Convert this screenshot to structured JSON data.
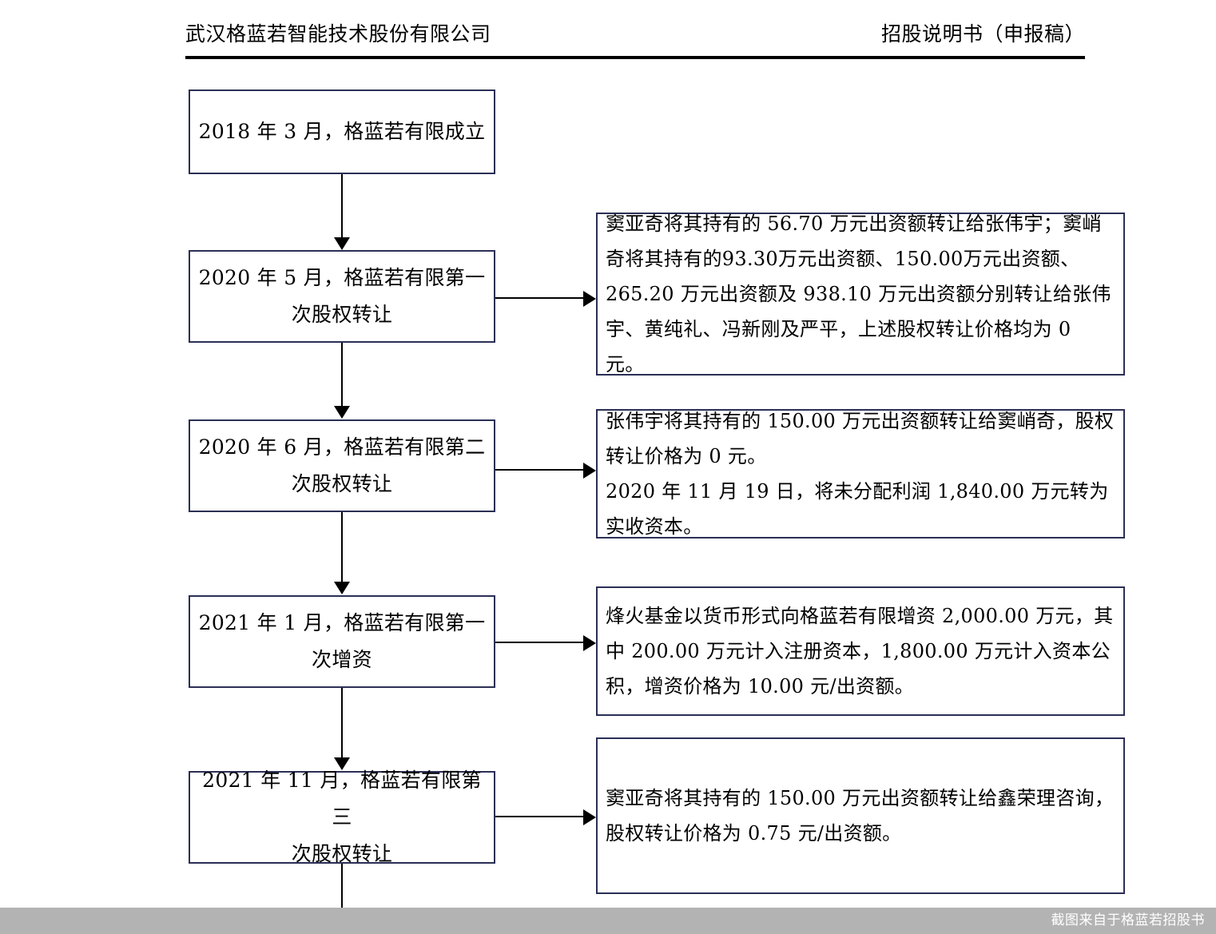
{
  "header": {
    "company_name": "武汉格蓝若智能技术股份有限公司",
    "document_title": "招股说明书（申报稿）"
  },
  "flowchart": {
    "stages": [
      {
        "id": "stage-1",
        "label": "2018 年 3 月，格蓝若有限成立"
      },
      {
        "id": "stage-2",
        "label": "2020 年 5 月，格蓝若有限第一\n次股权转让"
      },
      {
        "id": "stage-3",
        "label": "2020 年 6 月，格蓝若有限第二\n次股权转让"
      },
      {
        "id": "stage-4",
        "label": "2021 年 1 月，格蓝若有限第一\n次增资"
      },
      {
        "id": "stage-5",
        "label": "2021 年 11 月，格蓝若有限第三\n次股权转让"
      },
      {
        "id": "stage-6",
        "label": ""
      }
    ],
    "details": [
      {
        "id": "detail-1",
        "text": "窦亚奇将其持有的 56.70 万元出资额转让给张伟宇；窦峭奇将其持有的93.30万元出资额、150.00万元出资额、265.20 万元出资额及 938.10 万元出资额分别转让给张伟宇、黄纯礼、冯新刚及严平，上述股权转让价格均为 0 元。"
      },
      {
        "id": "detail-2",
        "text": "张伟宇将其持有的 150.00 万元出资额转让给窦峭奇，股权转让价格为 0 元。\n2020 年 11 月 19 日，将未分配利润 1,840.00 万元转为实收资本。"
      },
      {
        "id": "detail-3",
        "text": "烽火基金以货币形式向格蓝若有限增资 2,000.00 万元，其中 200.00 万元计入注册资本，1,800.00 万元计入资本公积，增资价格为 10.00 元/出资额。"
      },
      {
        "id": "detail-4",
        "text": "窦亚奇将其持有的 150.00 万元出资额转让给鑫荣理咨询，股权转让价格为 0.75 元/出资额。"
      },
      {
        "id": "detail-5",
        "text": ""
      }
    ]
  },
  "watermark": {
    "text": "截图来自于格蓝若招股书"
  },
  "colors": {
    "box_border": "#2b2f55",
    "connector": "#000000",
    "watermark_band": "#b3b3b3",
    "watermark_text": "#ffffff",
    "header_rule": "#000000",
    "page_background": "#ffffff"
  }
}
